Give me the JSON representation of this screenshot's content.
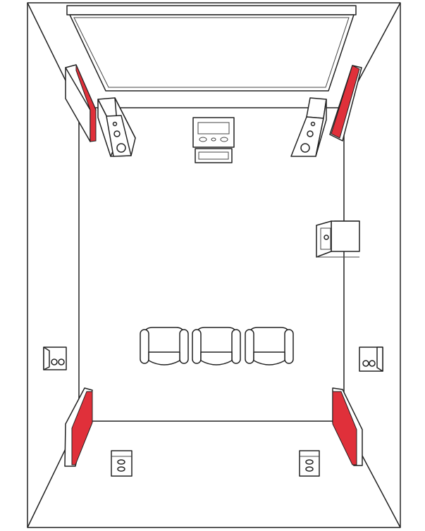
{
  "diagram": {
    "kind": "home-theater-room-layout",
    "colors": {
      "line": "#222222",
      "panel_fill": "#ffffff",
      "acoustic_panel": "#e0303a"
    },
    "components": {
      "projection_screen": 1,
      "front_speakers": 2,
      "av_receiver": 1,
      "subwoofer": 1,
      "seats": 3,
      "side_surround_speakers": 2,
      "rear_surround_speakers": 2,
      "acoustic_panels": 4
    },
    "icons": [
      "screen-icon",
      "speaker-icon",
      "receiver-icon",
      "subwoofer-icon",
      "armchair-icon",
      "acoustic-panel-icon"
    ]
  }
}
